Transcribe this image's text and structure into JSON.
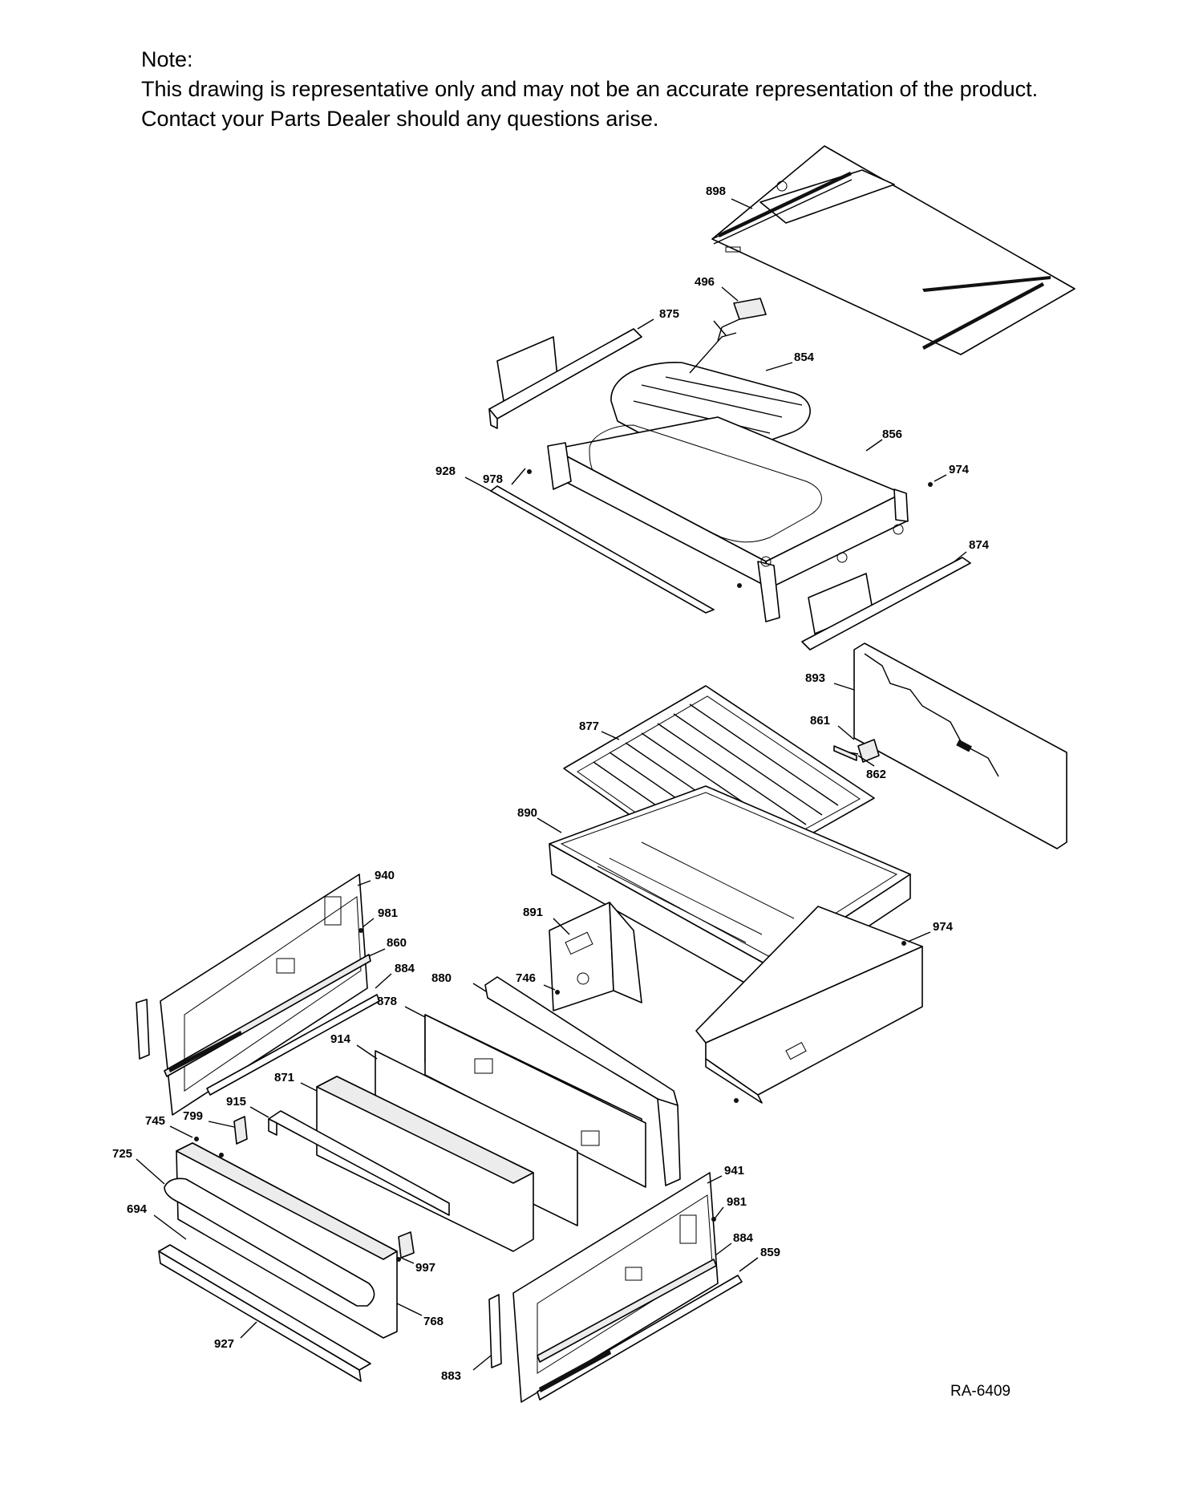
{
  "note": {
    "heading": "Note:",
    "line1": "This drawing is representative only and may not be an accurate representation of the product.",
    "line2": "Contact your Parts Dealer should any questions arise."
  },
  "diagram_ref": "RA-6409",
  "parts": {
    "p898": "898",
    "p496": "496",
    "p875": "875",
    "p854": "854",
    "p856": "856",
    "p978": "978",
    "p928": "928",
    "p974a": "974",
    "p874": "874",
    "p893": "893",
    "p861": "861",
    "p862": "862",
    "p877": "877",
    "p890": "890",
    "p940": "940",
    "p981a": "981",
    "p860": "860",
    "p884a": "884",
    "p891": "891",
    "p974b": "974",
    "p746": "746",
    "p880": "880",
    "p878": "878",
    "p914": "914",
    "p871": "871",
    "p915": "915",
    "p745": "745",
    "p799": "799",
    "p725": "725",
    "p694": "694",
    "p997": "997",
    "p941": "941",
    "p981b": "981",
    "p884b": "884",
    "p859": "859",
    "p768": "768",
    "p927": "927",
    "p883": "883"
  }
}
